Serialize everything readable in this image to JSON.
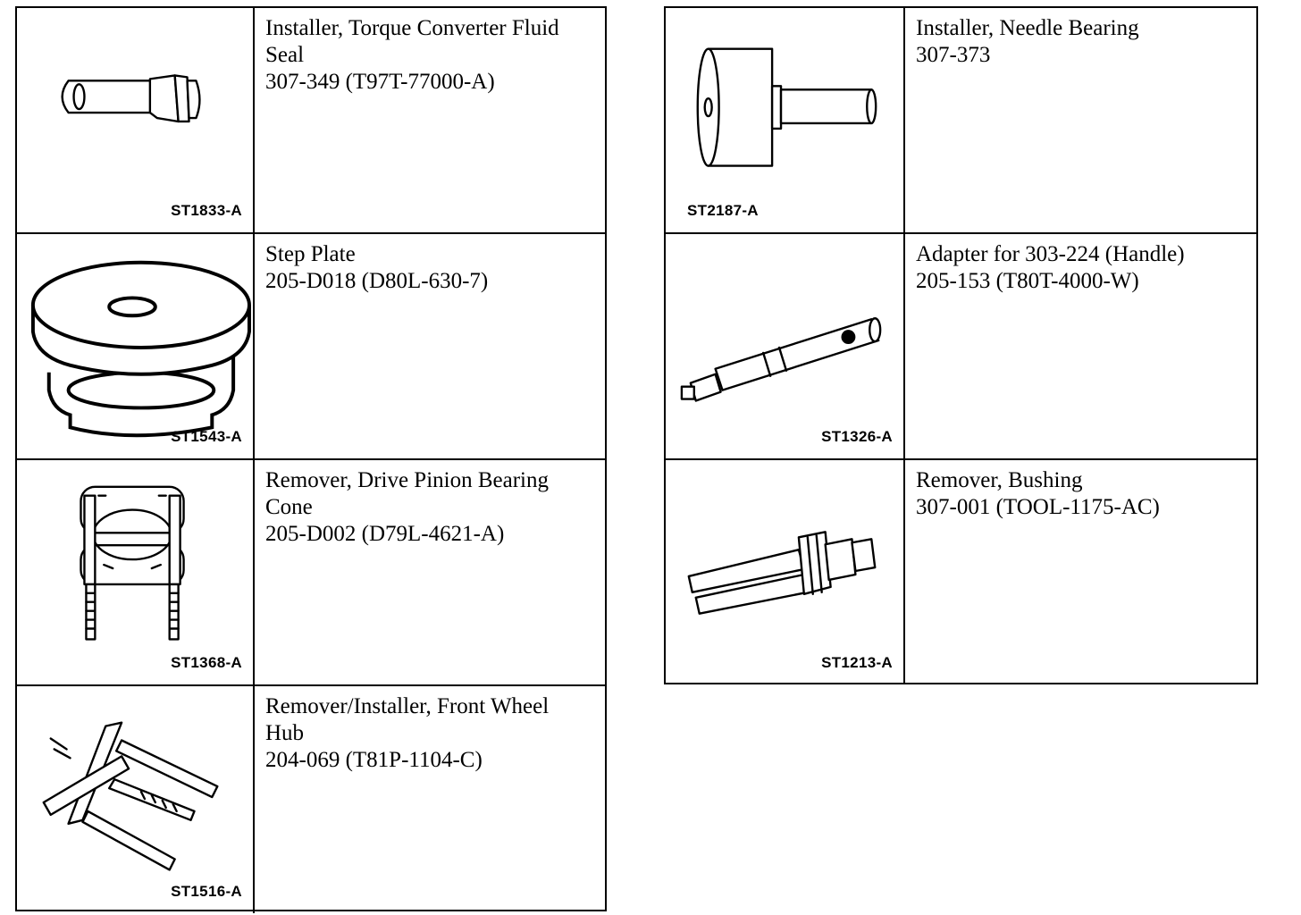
{
  "tools_left": [
    {
      "code": "ST1833-A",
      "name": "Installer, Torque Converter Fluid Seal",
      "number": "307-349 (T97T-77000-A)",
      "icon": "torque-converter-seal-installer-icon"
    },
    {
      "code": "ST1543-A",
      "name": "Step Plate",
      "number": "205-D018 (D80L-630-7)",
      "icon": "step-plate-icon"
    },
    {
      "code": "ST1368-A",
      "name": "Remover, Drive Pinion Bearing Cone",
      "number": "205-D002 (D79L-4621-A)",
      "icon": "bearing-cone-remover-icon"
    },
    {
      "code": "ST1516-A",
      "name": "Remover/Installer, Front Wheel Hub",
      "number": "204-069 (T81P-1104-C)",
      "icon": "wheel-hub-tool-icon"
    }
  ],
  "tools_right": [
    {
      "code": "ST2187-A",
      "name": "Installer, Needle Bearing",
      "number": "307-373",
      "icon": "needle-bearing-installer-icon"
    },
    {
      "code": "ST1326-A",
      "name": "Adapter for 303-224 (Handle)",
      "number": "205-153 (T80T-4000-W)",
      "icon": "handle-adapter-icon"
    },
    {
      "code": "ST1213-A",
      "name": "Remover, Bushing",
      "number": "307-001 (TOOL-1175-AC)",
      "icon": "bushing-remover-icon"
    }
  ]
}
